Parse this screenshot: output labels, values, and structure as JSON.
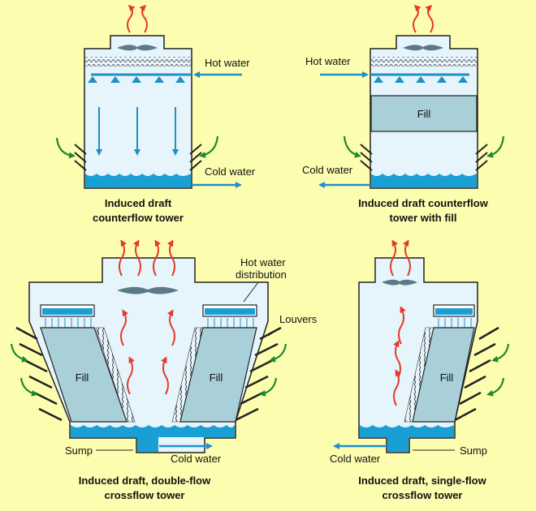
{
  "colors": {
    "background": "#fdfdb0",
    "tower_interior": "#e6f4fb",
    "fill_media": "#a9cfd8",
    "water": "#1a9fd4",
    "arrow_blue": "#1e8fc8",
    "air_green": "#1a8a2e",
    "vapor_red": "#e33a2a",
    "fan": "#5a7a8a"
  },
  "panels": {
    "tl": {
      "caption1": "Induced draft",
      "caption2": "counterflow  tower",
      "hot_water": "Hot water",
      "cold_water": "Cold water"
    },
    "tr": {
      "caption1": "Induced draft counterflow",
      "caption2": "tower with fill",
      "hot_water": "Hot water",
      "cold_water": "Cold water",
      "fill": "Fill"
    },
    "bl": {
      "caption1": "Induced draft, double-flow",
      "caption2": "crossflow tower",
      "hot_dist1": "Hot water",
      "hot_dist2": "distribution",
      "louvers": "Louvers",
      "sump": "Sump",
      "cold_water": "Cold water",
      "fill_left": "Fill",
      "fill_right": "Fill"
    },
    "br": {
      "caption1": "Induced draft, single-flow",
      "caption2": "crossflow tower",
      "sump": "Sump",
      "cold_water": "Cold water",
      "fill": "Fill"
    }
  }
}
